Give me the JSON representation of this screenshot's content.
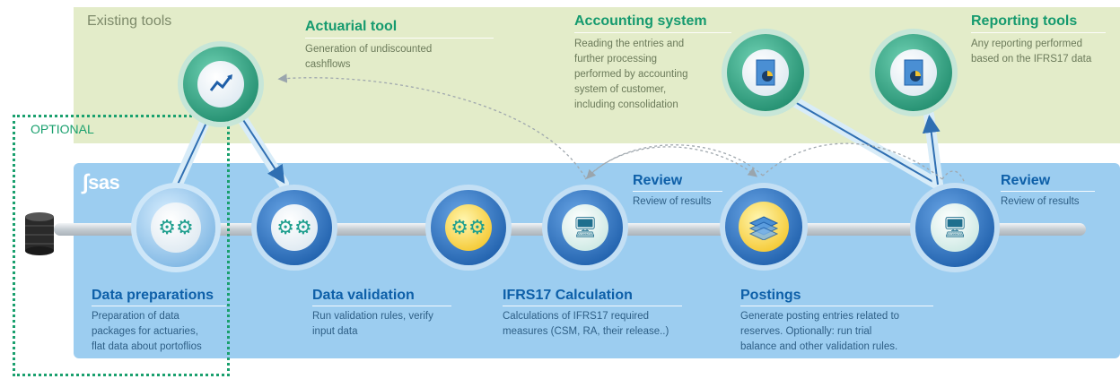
{
  "existing_tools_label": "Existing tools",
  "optional_label": "OPTIONAL",
  "sas_logo_text": "sas",
  "colors": {
    "top_band": "#e3ecc9",
    "sas_band": "#9ccdf0",
    "green_title": "#159a6e",
    "blue_title": "#0d5fa8",
    "optional_border": "#1aa06e"
  },
  "existing_tools": {
    "actuarial": {
      "title": "Actuarial tool",
      "desc_lines": [
        "Generation of undiscounted",
        "cashflows"
      ],
      "icon": "trend-chart-icon"
    },
    "accounting": {
      "title": "Accounting system",
      "desc_lines": [
        "Reading the entries and",
        "further processing",
        "performed by accounting",
        "system of customer,",
        "including consolidation"
      ],
      "icon": "report-document-icon"
    },
    "reporting": {
      "title": "Reporting tools",
      "desc_lines": [
        "Any reporting performed",
        "based on the IFRS17 data"
      ],
      "icon": "report-document-icon"
    }
  },
  "process_steps": {
    "data_preparations": {
      "title": "Data preparations",
      "desc_lines": [
        "Preparation of data",
        "packages for actuaries,",
        "flat data about portoflios"
      ],
      "icon": "gears-icon"
    },
    "data_validation": {
      "title": "Data validation",
      "desc_lines": [
        "Run validation rules, verify",
        "input data"
      ],
      "icon": "gears-icon"
    },
    "ifrs17_calculation": {
      "title": "IFRS17 Calculation",
      "desc_lines": [
        "Calculations of IFRS17 required",
        "measures (CSM, RA, their release..)"
      ],
      "icon": "gears-icon"
    },
    "review_1": {
      "title": "Review",
      "desc_lines": [
        "Review of results"
      ],
      "icon": "person-at-computer-icon"
    },
    "postings": {
      "title": "Postings",
      "desc_lines": [
        "Generate posting entries related to",
        "reserves. Optionally: run trial",
        "balance and other validation rules."
      ],
      "icon": "stacked-layers-icon"
    },
    "review_2": {
      "title": "Review",
      "desc_lines": [
        "Review of results"
      ],
      "icon": "person-at-computer-icon"
    }
  }
}
